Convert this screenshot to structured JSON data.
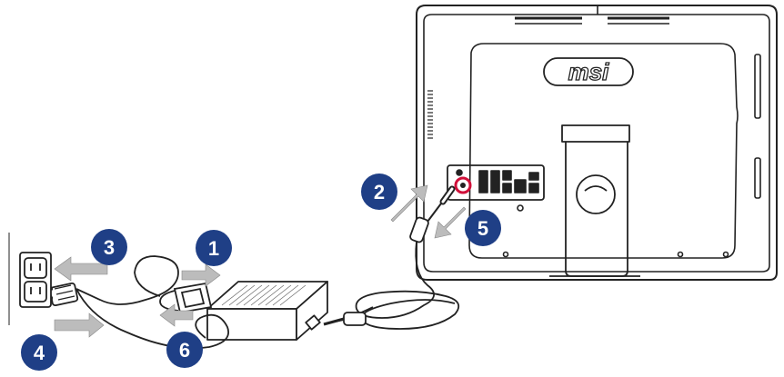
{
  "brand": {
    "logo_text": "msi"
  },
  "steps": [
    {
      "number": "1"
    },
    {
      "number": "2"
    },
    {
      "number": "3"
    },
    {
      "number": "4"
    },
    {
      "number": "5"
    },
    {
      "number": "6"
    }
  ],
  "colors": {
    "badge": "#1f3f86",
    "arrow": "#bcbcbc",
    "line": "#222222",
    "dc_jack_highlight": "#d0103a"
  }
}
